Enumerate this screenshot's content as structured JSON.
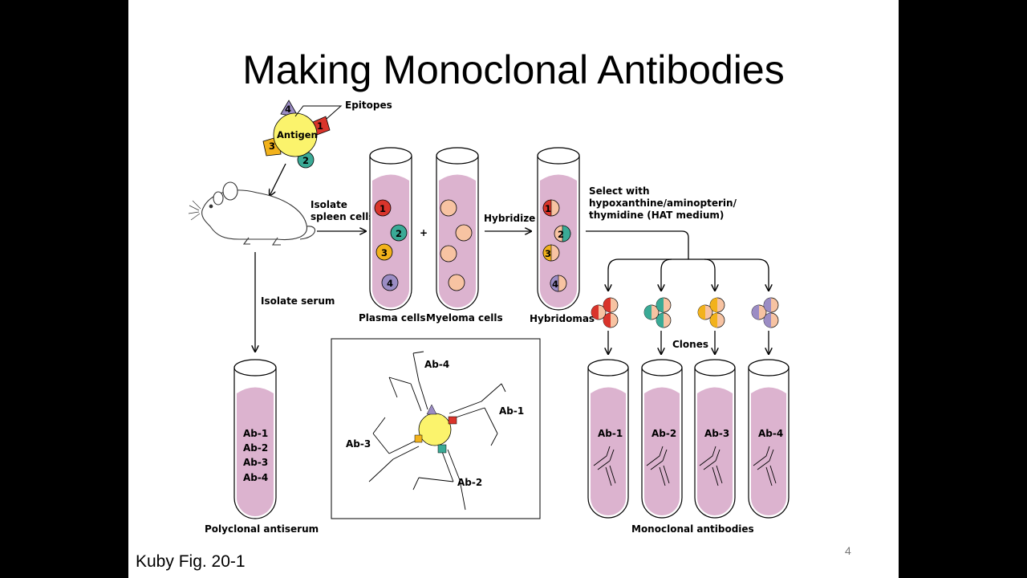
{
  "slide": {
    "title": "Making Monoclonal Antibodies",
    "caption": "Kuby Fig. 20-1",
    "page_number": "4"
  },
  "diagram": {
    "epitopes_label": "Epitopes",
    "antigen_label": "Antigen",
    "epitope_numbers": [
      "1",
      "2",
      "3",
      "4"
    ],
    "isolate_spleen_line1": "Isolate",
    "isolate_spleen_line2": "spleen cells",
    "hybridize_label": "Hybridize",
    "plus_sign": "+",
    "select_line1": "Select with",
    "select_line2": "hypoxanthine/aminopterin/",
    "select_line3": "thymidine (HAT medium)",
    "isolate_serum_label": "Isolate serum",
    "plasma_cells_label": "Plasma cells",
    "myeloma_cells_label": "Myeloma cells",
    "hybridomas_label": "Hybridomas",
    "clones_label": "Clones",
    "polyclonal_label": "Polyclonal antiserum",
    "monoclonal_label": "Monoclonal antibodies",
    "polyclonal_contents": [
      "Ab-1",
      "Ab-2",
      "Ab-3",
      "Ab-4"
    ],
    "monoclonal_tubes": [
      "Ab-1",
      "Ab-2",
      "Ab-3",
      "Ab-4"
    ],
    "inset_labels": [
      "Ab-4",
      "Ab-1",
      "Ab-3",
      "Ab-2"
    ]
  },
  "colors": {
    "epitope_1": "#d9342b",
    "epitope_2": "#3aaa96",
    "epitope_3": "#f2b21c",
    "epitope_4": "#9b8cc4",
    "antigen": "#fbf36c",
    "myeloma": "#f7c3a2",
    "tube_fluid": "#dcb3cf"
  }
}
